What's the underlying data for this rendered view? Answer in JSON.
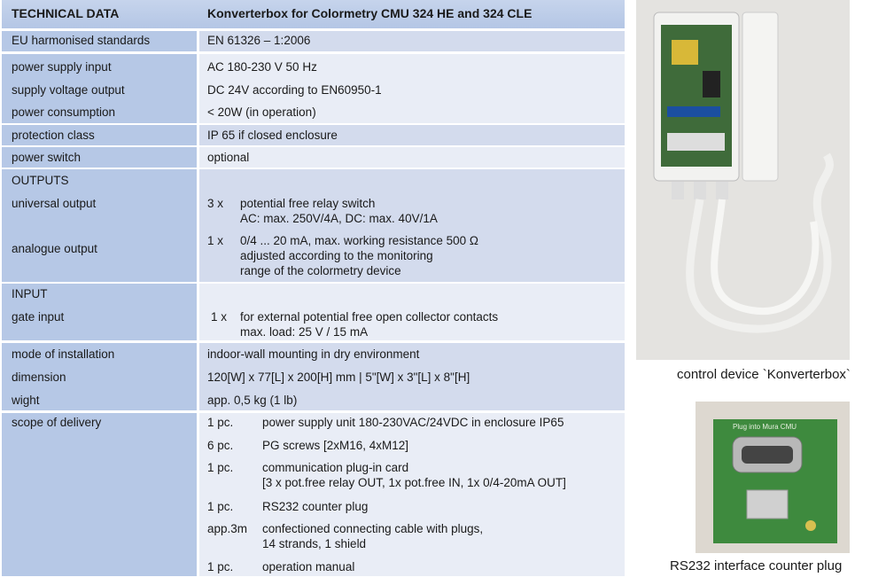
{
  "header": {
    "left": "TECHNICAL DATA",
    "right": "Konverterbox for Colormetry CMU 324 HE  and  324 CLE"
  },
  "rows": {
    "eu": {
      "label": "EU harmonised standards",
      "value": "EN 61326 – 1:2006"
    },
    "psi": {
      "label": "power supply input",
      "value": "AC  180-230 V 50 Hz"
    },
    "svo": {
      "label": "supply voltage output",
      "value": "DC 24V   according to  EN60950-1"
    },
    "pc": {
      "label": "power consumption",
      "value": "< 20W (in operation)"
    },
    "prot": {
      "label": "protection class",
      "value": "IP 65  if closed enclosure"
    },
    "sw": {
      "label": "power switch",
      "value": "optional"
    },
    "outputs": {
      "label": "OUTPUTS"
    },
    "uo": {
      "label": "universal output",
      "qty": "3 x",
      "line1": "potential free relay switch",
      "line2": "AC: max. 250V/4A, DC: max. 40V/1A"
    },
    "ao": {
      "label": "analogue output",
      "qty": "1 x",
      "line1": "0/4 ... 20 mA, max. working resistance 500 Ω",
      "line2": "adjusted according to the monitoring",
      "line3": "range of the colormetry device"
    },
    "input": {
      "label": "INPUT"
    },
    "gi": {
      "label": "gate input",
      "qty": "1 x",
      "line1": "for external potential free open collector contacts",
      "line2": "max. load: 25 V / 15 mA"
    },
    "moi": {
      "label": "mode of installation",
      "value": "indoor-wall mounting in dry environment"
    },
    "dim": {
      "label": "dimension",
      "value": "120[W] x 77[L]  x 200[H] mm  |  5\"[W] x 3\"[L] x 8\"[H]"
    },
    "wt": {
      "label": "wight",
      "value": "app. 0,5 kg  (1 lb)"
    },
    "scope": {
      "label": "scope of delivery",
      "items": [
        {
          "qty": "1 pc.",
          "line1": "power supply unit 180-230VAC/24VDC in enclosure IP65"
        },
        {
          "qty": "6 pc.",
          "line1": "PG screws  [2xM16, 4xM12]"
        },
        {
          "qty": "1 pc.",
          "line1": "communication plug-in card",
          "line2": "[3 x pot.free relay OUT, 1x pot.free IN, 1x 0/4-20mA OUT]"
        },
        {
          "qty": "1 pc.",
          "line1": "RS232 counter plug"
        },
        {
          "qty": "app.3m",
          "line1": "confectioned connecting cable with plugs,",
          "line2": "14 strands, 1 shield"
        },
        {
          "qty": "1 pc.",
          "line1": "operation manual"
        }
      ]
    }
  },
  "photos": {
    "konverterbox": {
      "caption": "control device `Konverterbox`"
    },
    "rs232": {
      "caption": "RS232 interface counter plug",
      "board_text": "Plug into Mura CMU"
    }
  },
  "colors": {
    "label_bg": "#b6c8e6",
    "value_light": "#e9edf6",
    "value_mid": "#d3dbed"
  }
}
